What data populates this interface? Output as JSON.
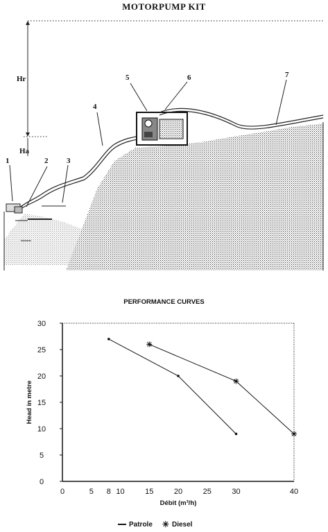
{
  "title": "MOTORPUMP KIT",
  "diagram": {
    "labels": {
      "hr": "Hr",
      "ha": "Ha",
      "n1": "1",
      "n2": "2",
      "n3": "3",
      "n4": "4",
      "n5": "5",
      "n6": "6",
      "n7": "7"
    }
  },
  "chart_data": {
    "type": "line",
    "title": "PERFORMANCE CURVES",
    "xlabel": "Débit (m³/h)",
    "ylabel": "Head in metre",
    "xlim": [
      0,
      40
    ],
    "ylim": [
      0,
      30
    ],
    "x_ticks": [
      "0",
      "5",
      "8",
      "10",
      "15",
      "20",
      "25",
      "30",
      "40"
    ],
    "y_ticks": [
      "0",
      "5",
      "10",
      "15",
      "20",
      "25",
      "30"
    ],
    "series": [
      {
        "name": "Patrole",
        "marker": "dot",
        "color": "#111111",
        "points": [
          [
            8,
            27
          ],
          [
            20,
            20
          ],
          [
            30,
            9
          ]
        ]
      },
      {
        "name": "Diesel",
        "marker": "star",
        "color": "#111111",
        "points": [
          [
            15,
            26
          ],
          [
            30,
            19
          ],
          [
            40,
            9
          ]
        ]
      }
    ],
    "legend_position": "bottom"
  }
}
